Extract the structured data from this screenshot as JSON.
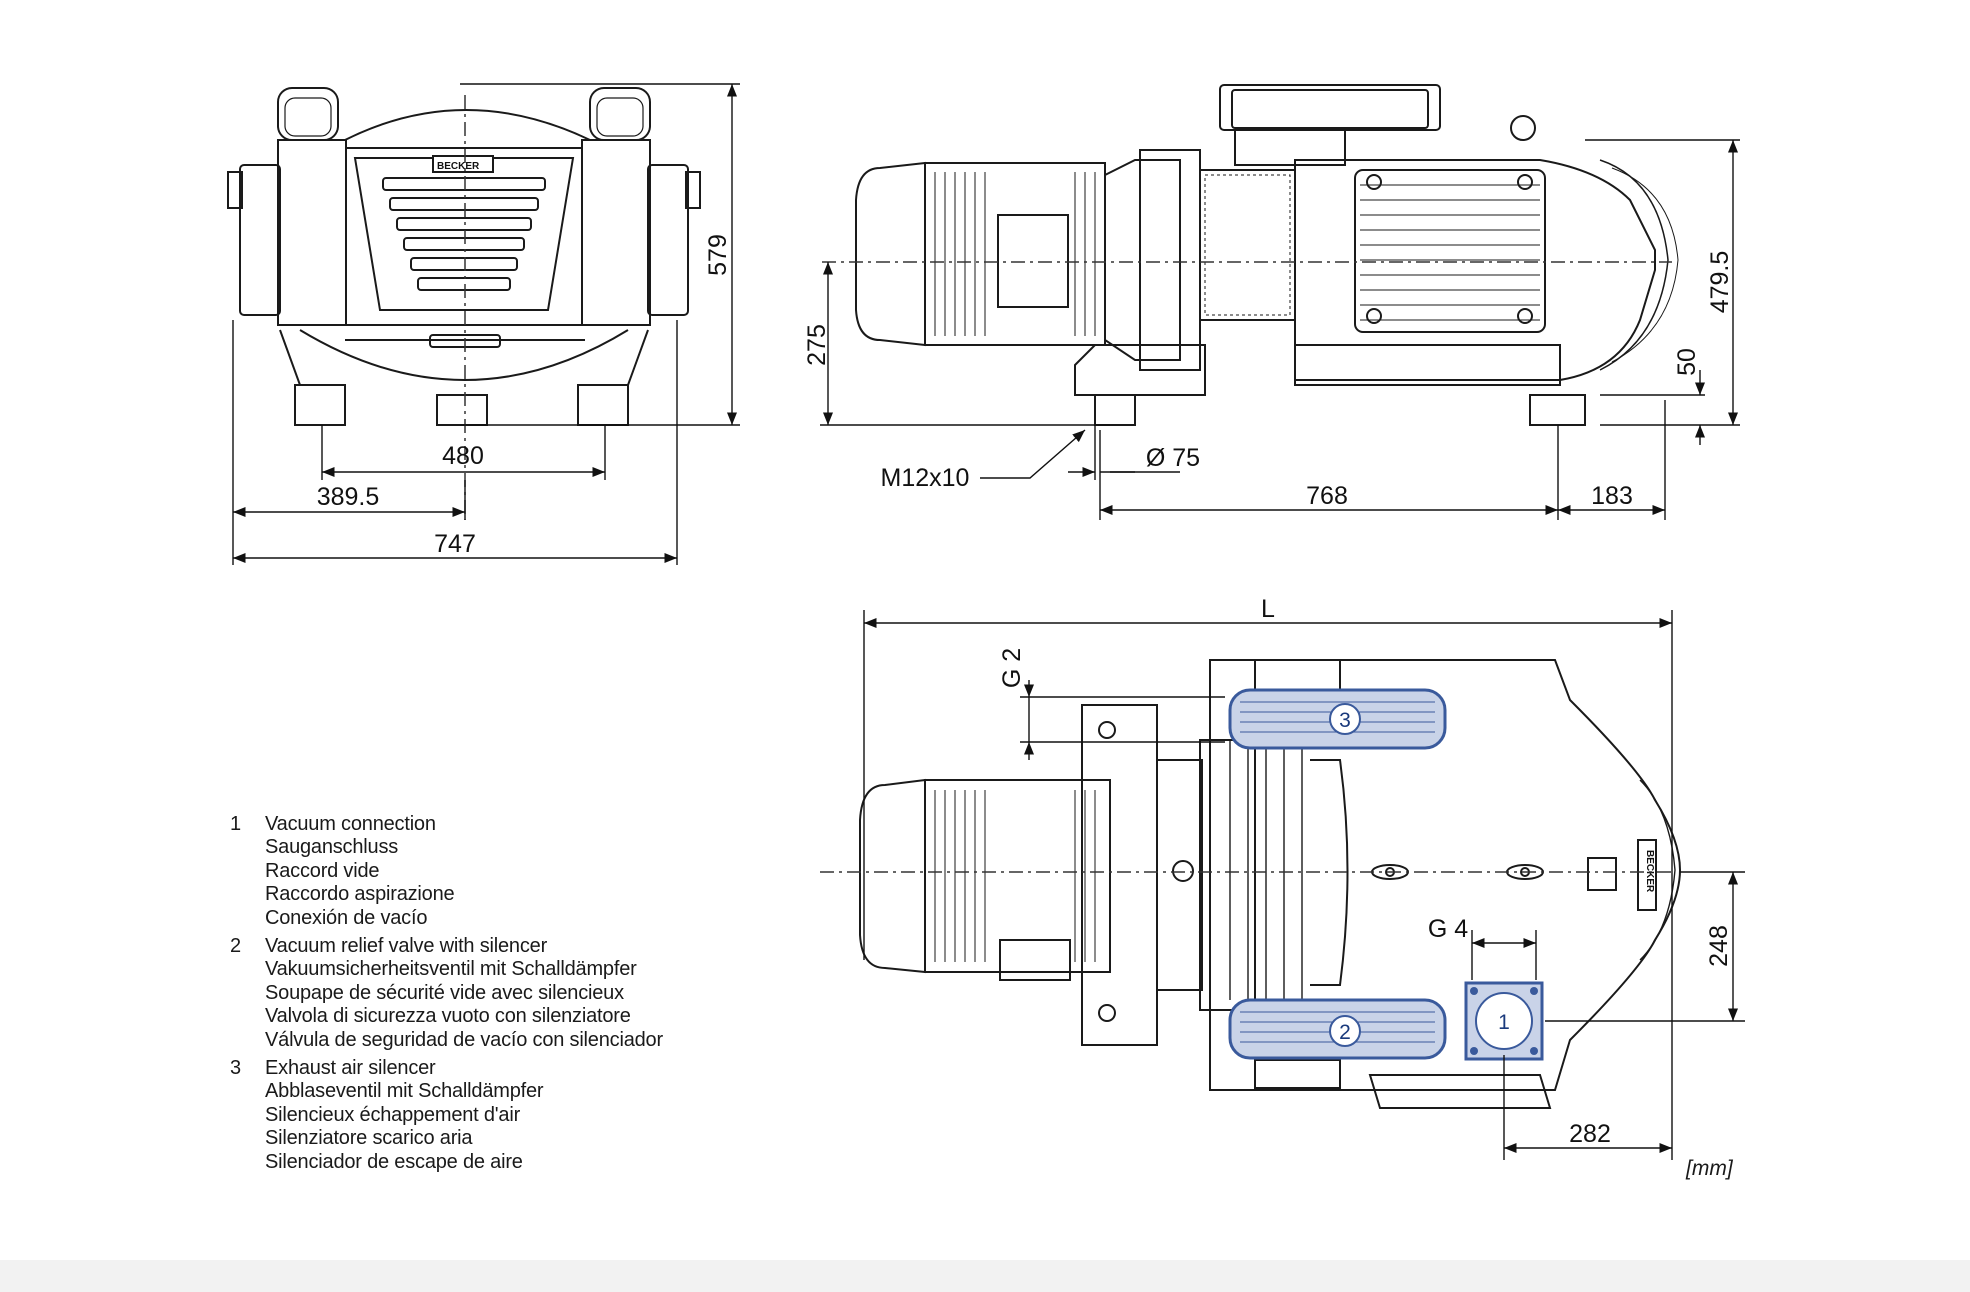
{
  "dimensions": {
    "front_height": "579",
    "front_480": "480",
    "front_389": "389.5",
    "front_747": "747",
    "side_275": "275",
    "side_4795": "479.5",
    "side_50": "50",
    "side_thread": "M12x10",
    "side_dia": "Ø 75",
    "side_768": "768",
    "side_183": "183",
    "top_L": "L",
    "top_G2": "G 2",
    "top_G4": "G 4",
    "top_248": "248",
    "top_282": "282"
  },
  "callouts": [
    "1",
    "2",
    "3"
  ],
  "legend": [
    {
      "num": "1",
      "lines": [
        "Vacuum connection",
        "Sauganschluss",
        "Raccord vide",
        "Raccordo aspirazione",
        "Conexión de vacío"
      ]
    },
    {
      "num": "2",
      "lines": [
        "Vacuum relief valve with silencer",
        "Vakuumsicherheitsventil mit Schalldämpfer",
        "Soupape de sécurité vide avec silencieux",
        "Valvola di sicurezza vuoto con silenziatore",
        "Válvula de seguridad de vacío con silenciador"
      ]
    },
    {
      "num": "3",
      "lines": [
        "Exhaust air silencer",
        "Abblaseventil mit Schalldämpfer",
        "Silencieux échappement d'air",
        "Silenziatore scarico aria",
        "Silenciador de escape de aire"
      ]
    }
  ],
  "brand_label": "BECKER",
  "unit_note": "[mm]",
  "colors": {
    "line": "#1a1a1a",
    "accent_blue": "#3a5a9c",
    "accent_fill": "#c9d3e8"
  }
}
